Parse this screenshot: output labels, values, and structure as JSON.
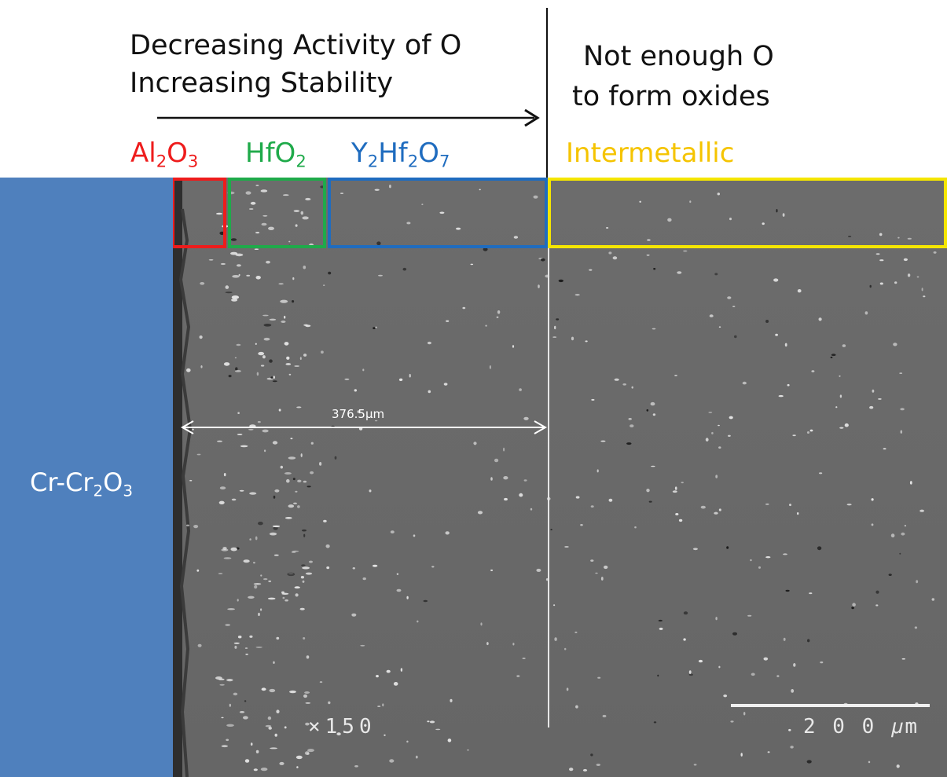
{
  "header": {
    "line1": "Decreasing Activity of O",
    "line2": "Increasing Stability",
    "right_line1": "Not enough O",
    "right_line2": "to form oxides"
  },
  "zones": [
    {
      "id": "al2o3",
      "base1": "Al",
      "sub1": "2",
      "base2": "O",
      "sub2": "3",
      "color": "#ee1c1c"
    },
    {
      "id": "hfo2",
      "base1": "HfO",
      "sub1": "2",
      "color": "#1faa4a"
    },
    {
      "id": "y2hf2o7",
      "base1": "Y",
      "sub1": "2",
      "base2": "Hf",
      "sub2": "2",
      "base3": "O",
      "sub3": "7",
      "color": "#1f6cbf"
    },
    {
      "id": "intermetallic",
      "text": "Intermetallic",
      "color": "#f5c400"
    }
  ],
  "substrate": {
    "base1": "Cr-Cr",
    "sub1": "2",
    "base2": "O",
    "sub2": "3",
    "color": "#4f80bd"
  },
  "micrograph": {
    "measurement": "376.5µm",
    "magnification": "×150",
    "scale_bar_label": "200 µm",
    "scale_bar_text": "2 0 0 𝜇m"
  }
}
